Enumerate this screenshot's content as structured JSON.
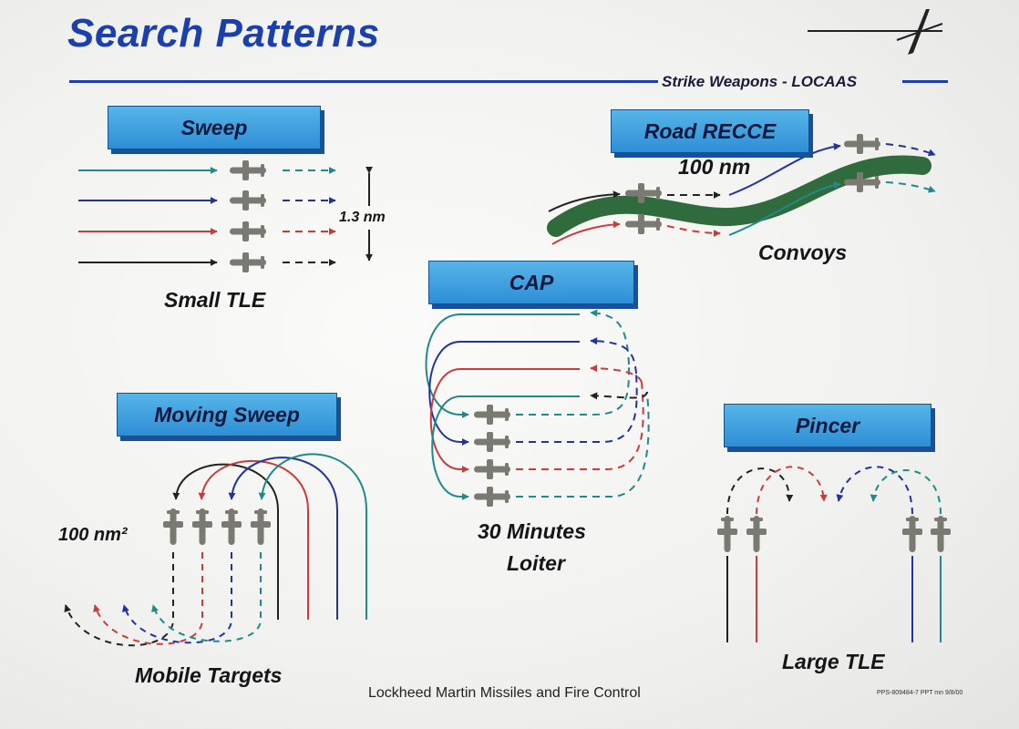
{
  "slide": {
    "title": "Search Patterns",
    "subtitle": "Strike Weapons - LOCAAS",
    "footer": "Lockheed Martin Missiles and Fire Control",
    "code": "PPS-809484-7 PPT mn 9/8/00"
  },
  "patterns": {
    "sweep": {
      "title": "Sweep",
      "dimension": "1.3 nm",
      "caption": "Small TLE"
    },
    "road_recce": {
      "title": "Road RECCE",
      "distance": "100 nm",
      "caption": "Convoys"
    },
    "cap": {
      "title": "CAP",
      "caption_line1": "30 Minutes",
      "caption_line2": "Loiter"
    },
    "moving_sweep": {
      "title": "Moving Sweep",
      "area": "100 nm²",
      "caption": "Mobile Targets"
    },
    "pincer": {
      "title": "Pincer",
      "caption": "Large TLE"
    }
  },
  "colors": {
    "title": "#1c3fae",
    "box": "#3b9fe0",
    "teal": "#1f8a8a",
    "blue": "#2233a0",
    "red": "#cc3b3b",
    "black": "#222222",
    "road": "#2f6b3d",
    "aircraft": "#7a7a72"
  },
  "icons": [
    "lockheed-star-icon",
    "aircraft-icon",
    "arrow-icon"
  ]
}
